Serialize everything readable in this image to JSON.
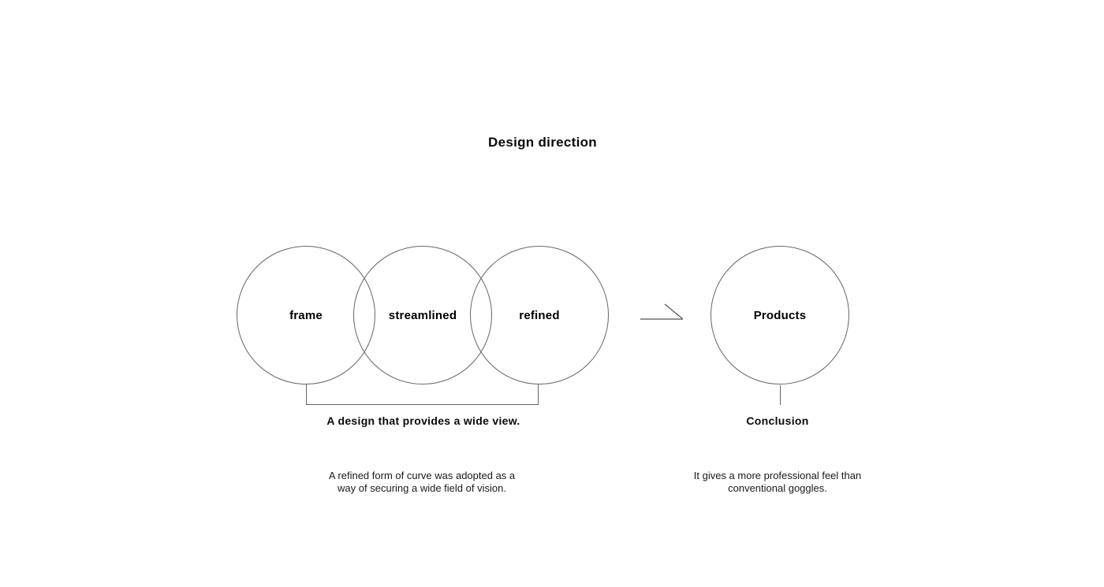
{
  "page": {
    "background_color": "#ffffff",
    "line_color": "#666666",
    "text_color": "#0a0a0a"
  },
  "title": "Design direction",
  "venn": {
    "circles": [
      {
        "label": "frame"
      },
      {
        "label": "streamlined"
      },
      {
        "label": "refined"
      }
    ],
    "caption": "A design that provides a wide view.",
    "description_line1": "A refined form of curve was adopted as a",
    "description_line2": "way of securing a wide field of vision."
  },
  "arrow": {
    "icon": "right-arrow"
  },
  "result": {
    "circle_label": "Products",
    "caption": "Conclusion",
    "description_line1": "It gives a more professional feel than",
    "description_line2": "conventional goggles."
  }
}
